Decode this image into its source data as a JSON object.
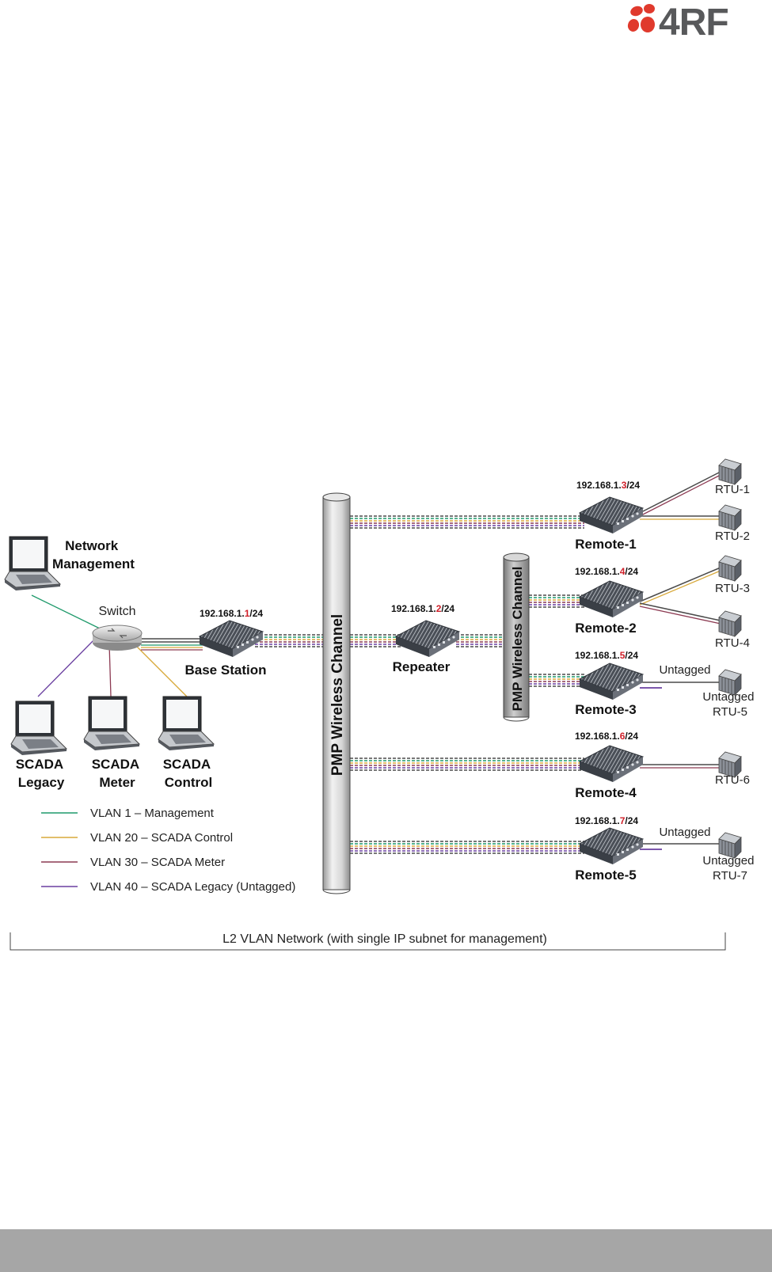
{
  "logo": {
    "text": "4RF",
    "brand_color": "#e03a2d",
    "text_color": "#58595b"
  },
  "colors": {
    "vlan1": "#1f9a6b",
    "vlan20": "#d8a93a",
    "vlan30": "#8c3a52",
    "vlan40": "#6a3fa0",
    "accent_ip": "#d0202a",
    "footer": "#a6a6a6"
  },
  "nodes": {
    "network_management": [
      "Network",
      "Management"
    ],
    "switch": "Switch",
    "base_station": {
      "label": "Base Station",
      "ip_prefix": "192.168.1.",
      "ip_host": "1",
      "ip_suffix": "/24"
    },
    "repeater": {
      "label": "Repeater",
      "ip_prefix": "192.168.1.",
      "ip_host": "2",
      "ip_suffix": "/24"
    },
    "scada": [
      [
        "SCADA",
        "Legacy"
      ],
      [
        "SCADA",
        "Meter"
      ],
      [
        "SCADA",
        "Control"
      ]
    ],
    "remotes": [
      {
        "label": "Remote-1",
        "ip_prefix": "192.168.1.",
        "ip_host": "3",
        "ip_suffix": "/24"
      },
      {
        "label": "Remote-2",
        "ip_prefix": "192.168.1.",
        "ip_host": "4",
        "ip_suffix": "/24"
      },
      {
        "label": "Remote-3",
        "ip_prefix": "192.168.1.",
        "ip_host": "5",
        "ip_suffix": "/24"
      },
      {
        "label": "Remote-4",
        "ip_prefix": "192.168.1.",
        "ip_host": "6",
        "ip_suffix": "/24"
      },
      {
        "label": "Remote-5",
        "ip_prefix": "192.168.1.",
        "ip_host": "7",
        "ip_suffix": "/24"
      }
    ],
    "rtus": {
      "rtu1": "RTU-1",
      "rtu2": "RTU-2",
      "rtu3": "RTU-3",
      "rtu4": "RTU-4",
      "rtu5": [
        "Untagged",
        "RTU-5"
      ],
      "rtu6": "RTU-6",
      "rtu7": [
        "Untagged",
        "RTU-7"
      ]
    },
    "untagged_link": "Untagged"
  },
  "channels": {
    "main": "PMP Wireless Channel",
    "secondary": "PMP Wireless Channel"
  },
  "legend": [
    {
      "label": "VLAN 1 – Management"
    },
    {
      "label": "VLAN 20 – SCADA Control"
    },
    {
      "label": "VLAN 30 – SCADA Meter"
    },
    {
      "label": "VLAN 40 – SCADA Legacy  (Untagged)"
    }
  ],
  "caption": "L2 VLAN Network (with single IP subnet for management)"
}
